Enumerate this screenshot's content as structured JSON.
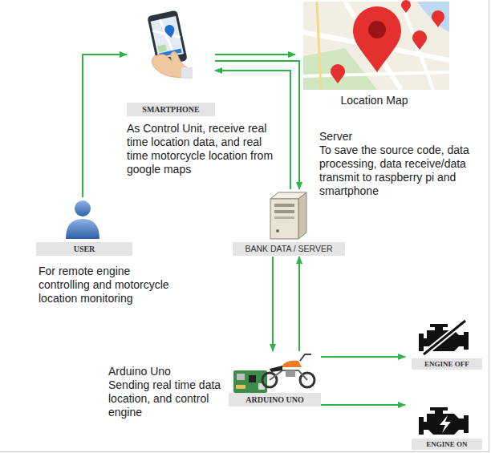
{
  "diagram": {
    "nodes": [
      {
        "text": [
          "SMARTPHONE",
          "As Control Unit, receive real time location data, and real time motorcycle location from google maps"
        ]
      },
      {
        "text": [
          "Location Map"
        ]
      },
      {
        "text": [
          "Server",
          "To save the source code, data processing, data receive/data transmit to raspberry pi and smartphone",
          "BANK DATA / SERVER"
        ]
      },
      {
        "text": [
          "USER",
          "For remote engine controlling and motorcycle location monitoring"
        ]
      },
      {
        "text": [
          "Arduino Uno",
          "Sending real time data location, and control engine",
          "ARDUINO UNO"
        ]
      },
      {
        "text": [
          "ENGINE OFF"
        ]
      },
      {
        "text": [
          "ENGINE ON"
        ]
      }
    ],
    "edges": [
      {
        "from": 3,
        "to": 0,
        "arrow": "to"
      },
      {
        "from": 0,
        "to": 1,
        "arrow": "to"
      },
      {
        "from": 0,
        "to": 2,
        "arrow": "to"
      },
      {
        "from": 2,
        "to": 0,
        "arrow": "to"
      },
      {
        "from": 2,
        "to": 4,
        "arrow": "to"
      },
      {
        "from": 4,
        "to": 2,
        "arrow": "to"
      },
      {
        "from": 4,
        "to": 5,
        "arrow": "to"
      },
      {
        "from": 4,
        "to": 6,
        "arrow": "to"
      }
    ]
  }
}
